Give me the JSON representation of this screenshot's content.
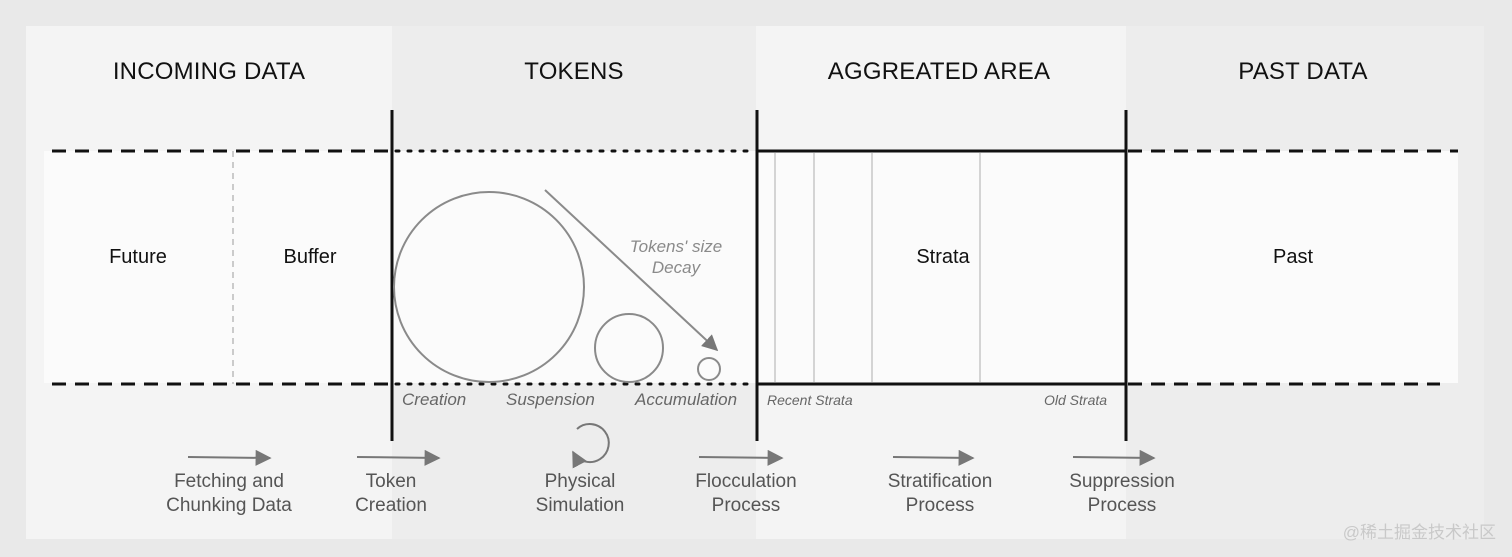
{
  "headings": {
    "incoming": "INCOMING DATA",
    "tokens": "TOKENS",
    "aggregated": "AGGREATED AREA",
    "past": "PAST DATA"
  },
  "zones": {
    "future": "Future",
    "buffer": "Buffer",
    "strata": "Strata",
    "past": "Past"
  },
  "token_stages": {
    "creation": "Creation",
    "suspension": "Suspension",
    "accumulation": "Accumulation"
  },
  "strata_labels": {
    "recent": "Recent Strata",
    "old": "Old Strata"
  },
  "decay_label": {
    "line1": "Tokens' size",
    "line2": "Decay"
  },
  "processes": {
    "fetching": {
      "line1": "Fetching and",
      "line2": "Chunking Data"
    },
    "token_creation": {
      "line1": "Token",
      "line2": "Creation"
    },
    "physical": {
      "line1": "Physical",
      "line2": "Simulation"
    },
    "flocculation": {
      "line1": "Flocculation",
      "line2": "Process"
    },
    "stratification": {
      "line1": "Stratification",
      "line2": "Process"
    },
    "suppression": {
      "line1": "Suppression",
      "line2": "Process"
    }
  },
  "watermark": "@稀土掘金技术社区",
  "colors": {
    "stroke": "#111111",
    "gray_stroke": "#8a8a8a",
    "light_divider": "#c8c8c8"
  }
}
